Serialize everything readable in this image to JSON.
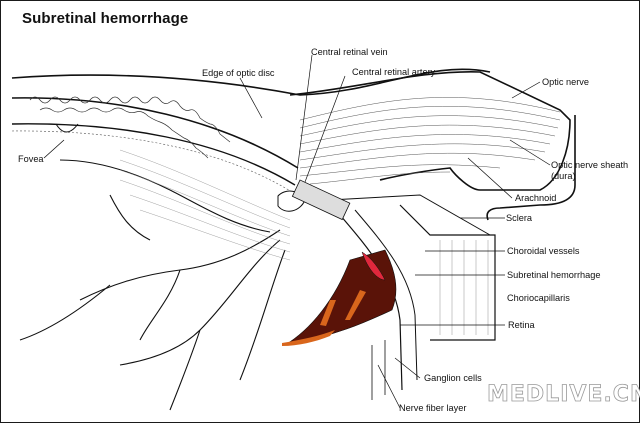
{
  "title": "Subretinal hemorrhage",
  "labels": {
    "fovea": "Fovea",
    "edge_optic_disc": "Edge of optic disc",
    "central_retinal_vein": "Central retinal vein",
    "central_retinal_artery": "Central retinal artery",
    "optic_nerve": "Optic nerve",
    "optic_nerve_sheath": "Optic nerve sheath",
    "optic_nerve_sheath_sub": "(dura)",
    "arachnoid": "Arachnoid",
    "sclera": "Sclera",
    "choroidal_vessels": "Choroidal vessels",
    "subretinal_hemorrhage": "Subretinal hemorrhage",
    "choriocapillaris": "Choriocapillaris",
    "retina": "Retina",
    "ganglion_cells": "Ganglion cells",
    "nerve_fiber_layer": "Nerve fiber layer"
  },
  "watermark": "MEDLIVE.CN",
  "colors": {
    "hemorrhage_dark": "#5a1308",
    "hemorrhage_band": "#d9661c",
    "hemorrhage_fresh": "#e0283c",
    "line": "#1a1a1a"
  }
}
